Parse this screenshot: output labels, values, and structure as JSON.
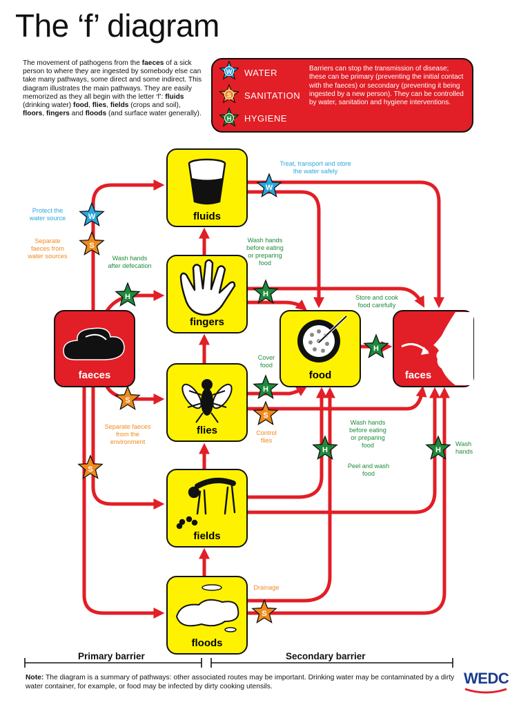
{
  "title": "The ‘f’ diagram",
  "intro": {
    "part1": "The movement of pathogens from the ",
    "faeces_word": "faeces",
    "part2": " of a sick person to where they are ingested by somebody else can take many pathways, some direct and some indirect. This diagram illustrates the main pathways. They are easily memorized as they all begin with the letter ‘f’: ",
    "fluids_word": "fluids",
    "part3": " (drinking water) ",
    "food_word": "food",
    "sep1": ", ",
    "flies_word": "flies",
    "sep2": ", ",
    "fields_word": "fields",
    "part4": " (crops and soil), ",
    "floors_word": "floors",
    "sep3": ", ",
    "fingers_word": "fingers",
    "and_word": " and ",
    "floods_word": "floods",
    "part5": " (and surface water generally)."
  },
  "legend": {
    "items": [
      {
        "letter": "W",
        "label": "WATER",
        "color": "#2aa6dc"
      },
      {
        "letter": "S",
        "label": "SANITATION",
        "color": "#f08a1d"
      },
      {
        "letter": "H",
        "label": "HYGIENE",
        "color": "#1e8a3c"
      }
    ],
    "note": "Barriers can stop the transmission of disease; these can be primary (preventing the initial contact with the faeces) or secondary (preventing it being ingested by a new person). They can be controlled by water, sanitation and hygiene interventions."
  },
  "nodes": {
    "faeces": "faeces",
    "fluids": "fluids",
    "fingers": "fingers",
    "flies": "flies",
    "fields": "fields",
    "floods": "floods",
    "food": "food",
    "faces": "faces"
  },
  "annotations": {
    "treat_water": "Treat, transport and store\nthe water safely",
    "protect_source": "Protect the\nwater source",
    "separate_faeces_water": "Separate\nfaeces from\nwater sources",
    "wash_after_defecation": "Wash hands\nafter defecation",
    "wash_before_eating_1": "Wash hands\nbefore eating\nor preparing\nfood",
    "store_cook": "Store and cook\nfood carefully",
    "cover_food": "Cover\nfood",
    "separate_environment": "Separate faeces\nfrom the\nenvironment",
    "control_flies": "Control\nflies",
    "wash_before_eating_2": "Wash hands\nbefore eating\nor preparing\nfood",
    "peel_wash": "Peel and wash\nfood",
    "wash_hands": "Wash\nhands",
    "drainage": "Drainage"
  },
  "barriers": {
    "primary": "Primary barrier",
    "secondary": "Secondary barrier"
  },
  "footnote": {
    "label": "Note:",
    "text": " The diagram is a summary of pathways: other associated routes may be important. Drinking water may be contaminated by a dirty water container, for example, or food may be infected by dirty cooking utensils."
  },
  "logo": "WEDC",
  "colors": {
    "arrow": "#e21e26",
    "node_yellow": "#fff200",
    "node_red": "#e21e26",
    "water": "#2aa6dc",
    "sanitation": "#f08a1d",
    "hygiene": "#1e8a3c"
  }
}
